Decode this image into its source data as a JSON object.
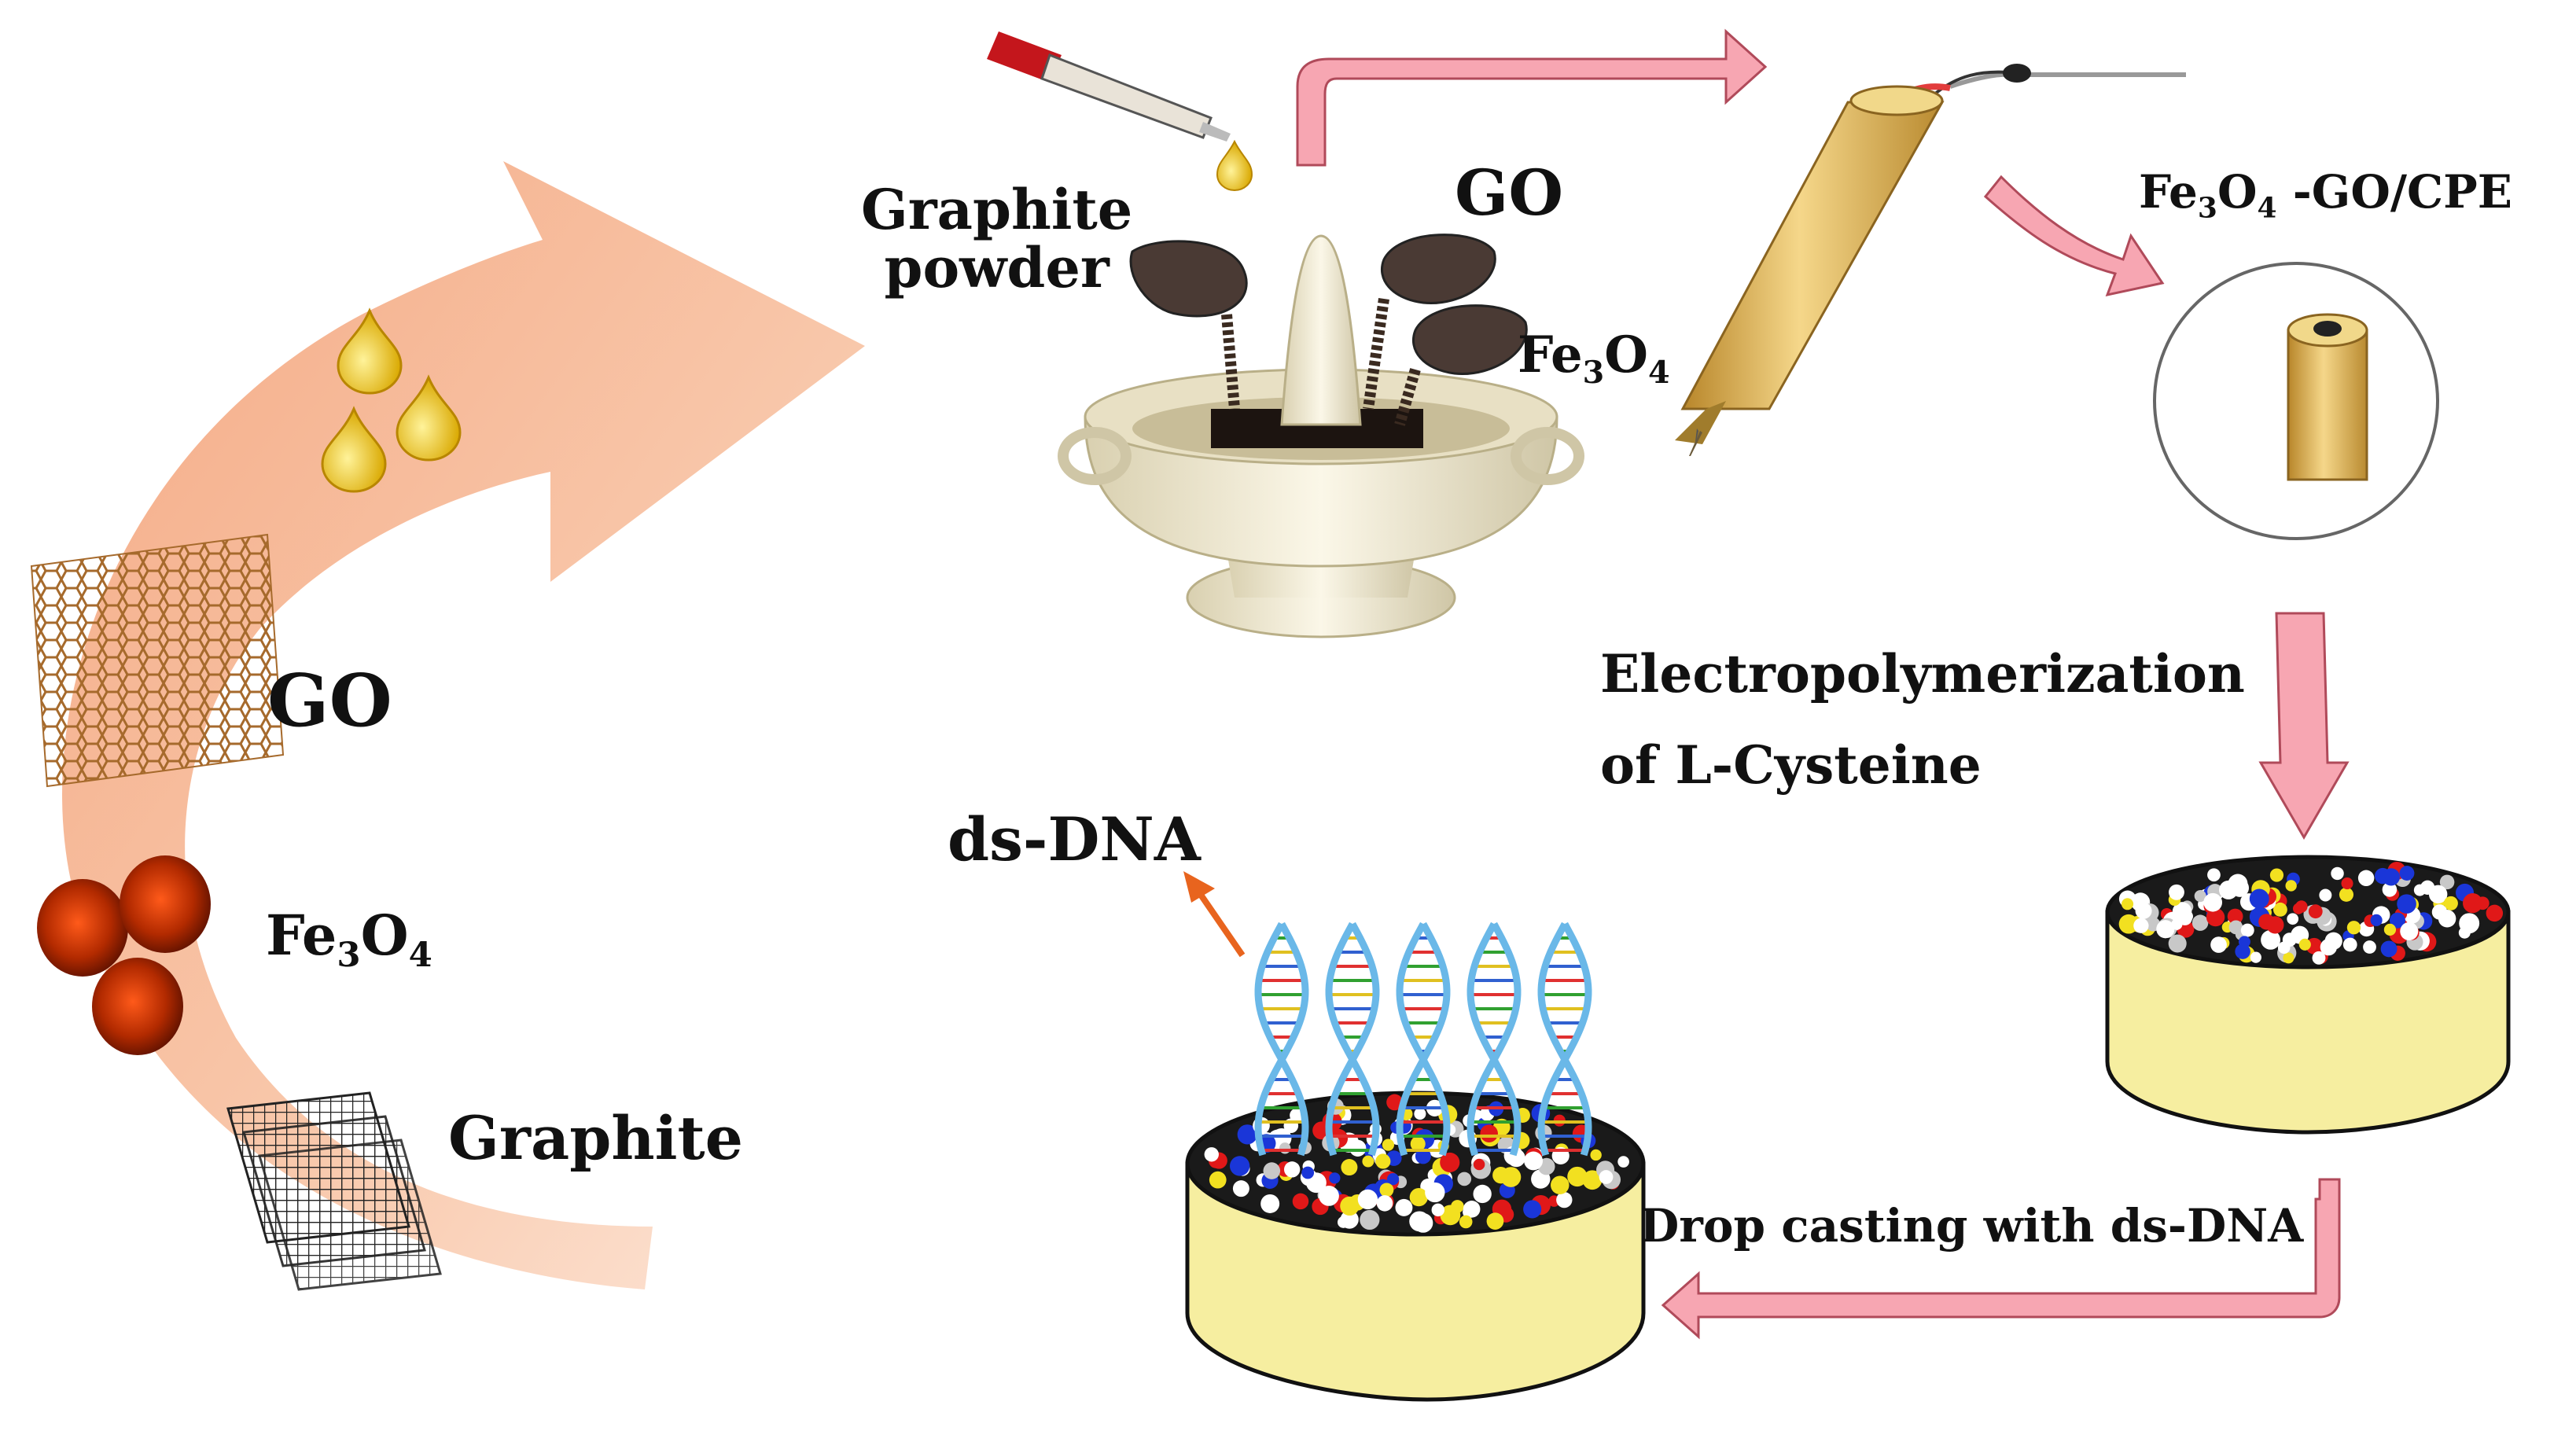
{
  "labels": {
    "go_left": "GO",
    "fe3o4_left": "Fe",
    "fe3o4_left_sub1": "3",
    "fe3o4_left_o": "O",
    "fe3o4_left_sub2": "4",
    "graphite_left": "Graphite",
    "graphite_powder_line1": "Graphite",
    "graphite_powder_line2": "powder",
    "go_top": "GO",
    "fe3o4_top": "Fe",
    "fe3o4_top_sub1": "3",
    "fe3o4_top_o": "O",
    "fe3o4_top_sub2": "4",
    "electrode_label_pre": "Fe",
    "electrode_label_sub1": "3",
    "electrode_label_o": "O",
    "electrode_label_sub2": "4",
    "electrode_label_post": " -GO/CPE",
    "electropoly_line1": "Electropolymerization",
    "electropoly_line2": "of L-Cysteine",
    "ds_dna": "ds-DNA",
    "drop_casting": "Drop casting with ds-DNA"
  },
  "colors": {
    "big_arrow": "#f4b08c",
    "pink_arrow": "#f7a6b2",
    "pink_arrow_stroke": "#b04a5a",
    "electrode_gold": "#e0b85a",
    "cylinder_body": "#f6eea0",
    "cylinder_top": "#1a1a1a",
    "fe3o4": "#b22a00",
    "droplet": "#f0c020",
    "orange_arrow": "#e8641e"
  },
  "icons": [
    "dropper-icon",
    "mortar-pestle-icon",
    "spoon-icon",
    "electrode-icon",
    "dna-helix-icon"
  ]
}
